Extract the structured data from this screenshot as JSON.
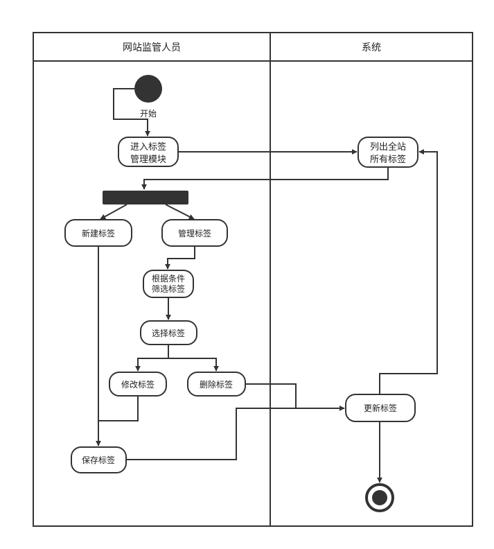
{
  "lanes": [
    {
      "title": "网站监管人员"
    },
    {
      "title": "系统"
    }
  ],
  "start_label": "开始",
  "nodes": {
    "enter_module": {
      "lines": [
        "进入标签",
        "管理模块"
      ]
    },
    "list_all": {
      "lines": [
        "列出全站",
        "所有标签"
      ]
    },
    "new_tag": {
      "label": "新建标签"
    },
    "manage_tag": {
      "label": "管理标签"
    },
    "filter": {
      "lines": [
        "根据条件",
        "筛选标签"
      ]
    },
    "select": {
      "label": "选择标签"
    },
    "modify": {
      "label": "修改标签"
    },
    "delete": {
      "label": "删除标签"
    },
    "update": {
      "label": "更新标签"
    },
    "save": {
      "label": "保存标签"
    }
  }
}
